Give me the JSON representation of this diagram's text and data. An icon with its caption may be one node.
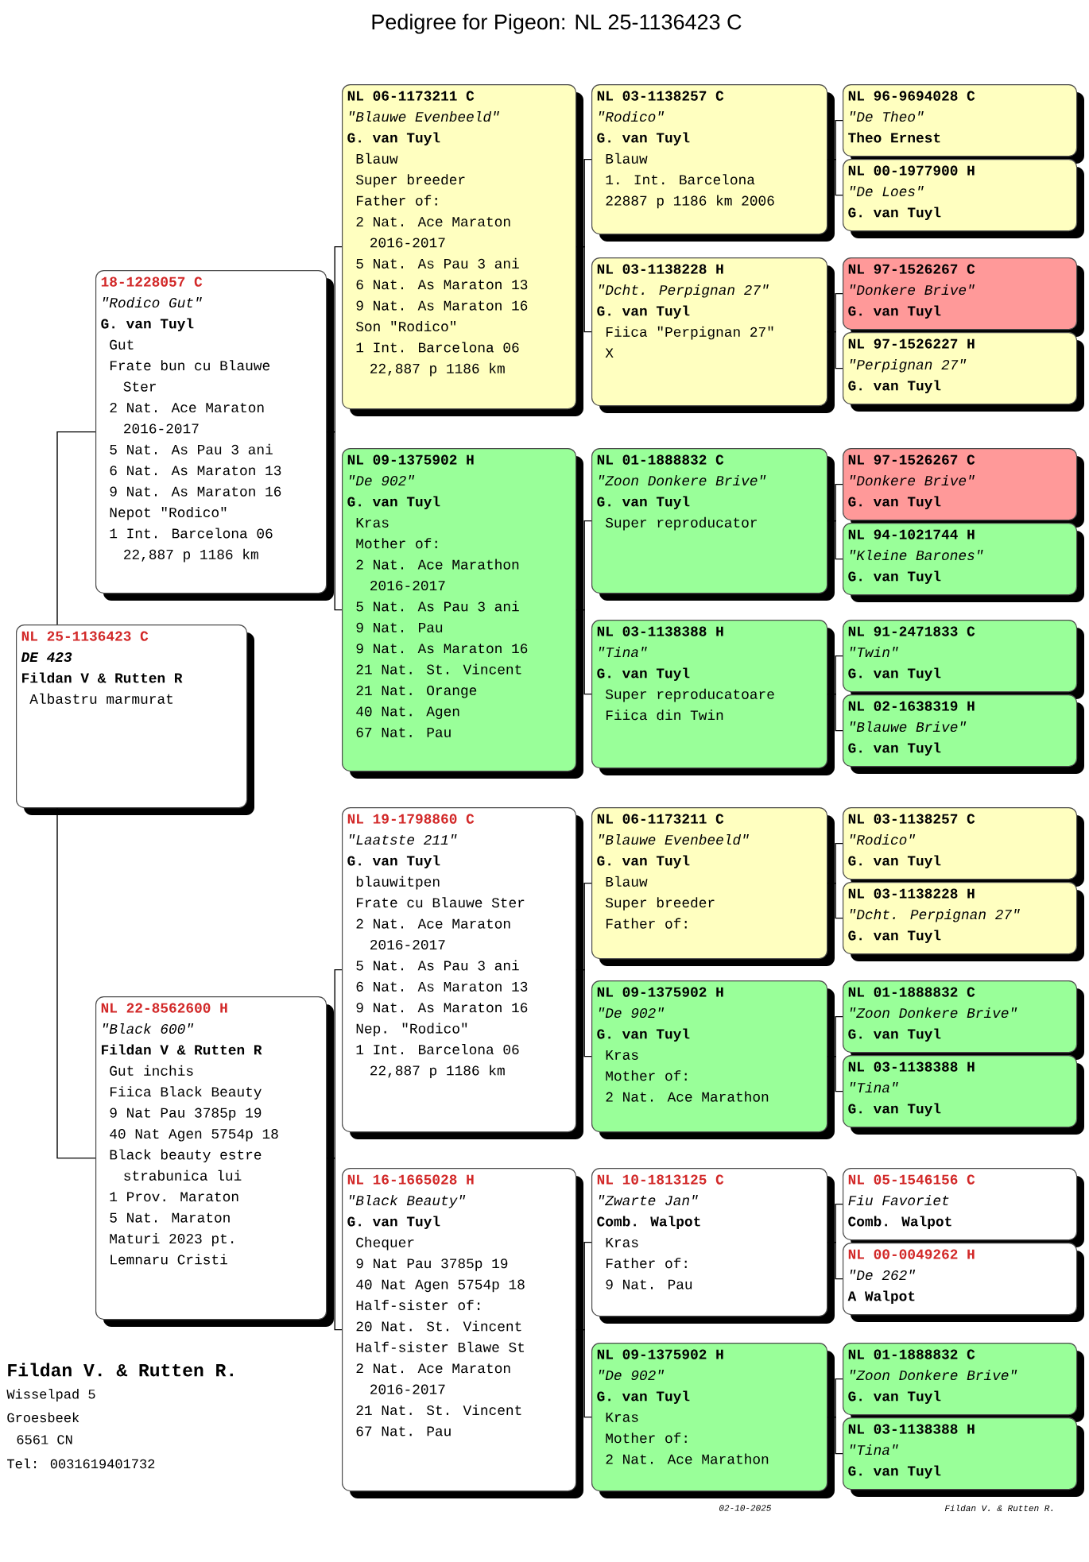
{
  "diagram": {
    "title": "Pedigree for Pigeon: NL 25-1136423 C",
    "nodes": [
      {
        "text": [
          "NL 25-1136423 C",
          "DE 423",
          "Fildan V & Rutten R",
          "Albastru marmurat"
        ]
      },
      {
        "text": [
          "18-1228057 C",
          "\"Rodico Gut\"",
          "G. van Tuyl",
          "Gut",
          "Frate bun cu Blauwe Ster",
          "2 Nat. Ace Maraton 2016-2017",
          "5 Nat. As Pau 3 ani",
          "6 Nat. As Maraton 13",
          "9 Nat. As Maraton 16",
          "Nepot \"Rodico\"",
          "1 Int. Barcelona 06 22,887 p 1186 km"
        ]
      },
      {
        "text": [
          "NL 22-8562600 H",
          "\"Black 600\"",
          "Fildan V & Rutten R",
          "Gut inchis",
          "Fiica Black Beauty",
          "9 Nat Pau 3785p 19",
          "40 Nat Agen 5754p 18",
          "Black beauty estre strabunica lui",
          "1 Prov. Maraton",
          "5 Nat. Maraton",
          "Maturi 2023 pt.",
          "Lemnaru Cristi"
        ]
      },
      {
        "text": [
          "NL 06-1173211 C",
          "\"Blauwe Evenbeeld\"",
          "G. van Tuyl",
          "Blauw",
          "Super breeder",
          "Father of:",
          "2 Nat. Ace Maraton 2016-2017",
          "5 Nat. As Pau 3 ani",
          "6 Nat. As Maraton 13",
          "9 Nat. As Maraton 16",
          "Son \"Rodico\"",
          "1 Int. Barcelona 06 22,887 p 1186 km"
        ]
      },
      {
        "text": [
          "NL 09-1375902 H",
          "\"De 902\"",
          "G. van Tuyl",
          "Kras",
          "Mother of:",
          "2 Nat. Ace Marathon 2016-2017",
          "5 Nat. As Pau 3 ani",
          "9 Nat. Pau",
          "9 Nat. As Maraton 16",
          "21 Nat. St. Vincent",
          "21 Nat. Orange",
          "40 Nat. Agen",
          "67 Nat. Pau"
        ]
      },
      {
        "text": [
          "NL 19-1798860 C",
          "\"Laatste 211\"",
          "G. van Tuyl",
          "blauwitpen",
          "Frate cu Blauwe Ster",
          "2 Nat. Ace Maraton 2016-2017",
          "5 Nat. As Pau 3 ani",
          "6 Nat. As Maraton 13",
          "9 Nat. As Maraton 16",
          "Nep. \"Rodico\"",
          "1 Int. Barcelona 06 22,887 p 1186 km"
        ]
      },
      {
        "text": [
          "NL 16-1665028 H",
          "\"Black Beauty\"",
          "G. van Tuyl",
          "Chequer",
          "9 Nat Pau 3785p 19",
          "40 Nat Agen 5754p 18",
          "Half-sister of:",
          "20 Nat. St. Vincent",
          "Half-sister Blawe St",
          "2 Nat. Ace Maraton 2016-2017",
          "21 Nat. St. Vincent",
          "67 Nat. Pau"
        ]
      },
      {
        "text": [
          "NL 03-1138257 C",
          "\"Rodico\"",
          "G. van Tuyl",
          "Blauw",
          "1. Int. Barcelona",
          "22887 p 1186 km 2006"
        ]
      },
      {
        "text": [
          "NL 03-1138228 H",
          "\"Dcht. Perpignan 27\"",
          "G. van Tuyl",
          "Fiica \"Perpignan 27\"",
          "X"
        ]
      },
      {
        "text": [
          "NL 01-1888832 C",
          "\"Zoon Donkere Brive\"",
          "G. van Tuyl",
          "Super reproducator"
        ]
      },
      {
        "text": [
          "NL 03-1138388 H",
          "\"Tina\"",
          "G. van Tuyl",
          "Super reproducatoare",
          "Fiica din Twin"
        ]
      },
      {
        "text": [
          "NL 06-1173211 C",
          "\"Blauwe Evenbeeld\"",
          "G. van Tuyl",
          "Blauw",
          "Super breeder",
          "Father of:"
        ]
      },
      {
        "text": [
          "NL 09-1375902 H",
          "\"De 902\"",
          "G. van Tuyl",
          "Kras",
          "Mother of:",
          "2 Nat. Ace Marathon"
        ]
      },
      {
        "text": [
          "NL 10-1813125 C",
          "\"Zwarte Jan\"",
          "Comb. Walpot",
          "Kras",
          "Father of:",
          "9 Nat. Pau"
        ]
      },
      {
        "text": [
          "NL 09-1375902 H",
          "\"De 902\"",
          "G. van Tuyl",
          "Kras",
          "Mother of:",
          "2 Nat. Ace Marathon"
        ]
      },
      {
        "text": [
          "NL 96-9694028 C",
          "\"De Theo\"",
          "Theo Ernest"
        ]
      },
      {
        "text": [
          "NL 00-1977900 H",
          "\"De Loes\"",
          "G. van Tuyl"
        ]
      },
      {
        "text": [
          "NL 97-1526267 C",
          "\"Donkere Brive\"",
          "G. van Tuyl"
        ]
      },
      {
        "text": [
          "NL 97-1526227 H",
          "\"Perpignan 27\"",
          "G. van Tuyl"
        ]
      },
      {
        "text": [
          "NL 97-1526267 C",
          "\"Donkere Brive\"",
          "G. van Tuyl"
        ]
      },
      {
        "text": [
          "NL 94-1021744 H",
          "\"Kleine Barones\"",
          "G. van Tuyl"
        ]
      },
      {
        "text": [
          "NL 91-2471833 C",
          "\"Twin\"",
          "G. van Tuyl"
        ]
      },
      {
        "text": [
          "NL 02-1638319 H",
          "\"Blauwe Brive\"",
          "G. van Tuyl"
        ]
      },
      {
        "text": [
          "NL 03-1138257 C",
          "\"Rodico\"",
          "G. van Tuyl"
        ]
      },
      {
        "text": [
          "NL 03-1138228 H",
          "\"Dcht. Perpignan 27\"",
          "G. van Tuyl"
        ]
      },
      {
        "text": [
          "NL 01-1888832 C",
          "\"Zoon Donkere Brive\"",
          "G. van Tuyl"
        ]
      },
      {
        "text": [
          "NL 03-1138388 H",
          "\"Tina\"",
          "G. van Tuyl"
        ]
      },
      {
        "text": [
          "NL 05-1546156 C",
          "Fiu Favoriet",
          "Comb. Walpot"
        ]
      },
      {
        "text": [
          "NL 00-0049262 H",
          "\"De 262\"",
          "A Walpot"
        ]
      },
      {
        "text": [
          "NL 01-1888832 C",
          "\"Zoon Donkere Brive\"",
          "G. van Tuyl"
        ]
      },
      {
        "text": [
          "NL 03-1138388 H",
          "\"Tina\"",
          "G. van Tuyl"
        ]
      }
    ],
    "edges": [
      {
        "from": 0,
        "to": 1,
        "arrow": "none"
      },
      {
        "from": 0,
        "to": 2,
        "arrow": "none"
      },
      {
        "from": 1,
        "to": 3,
        "arrow": "none"
      },
      {
        "from": 1,
        "to": 4,
        "arrow": "none"
      },
      {
        "from": 2,
        "to": 5,
        "arrow": "none"
      },
      {
        "from": 2,
        "to": 6,
        "arrow": "none"
      },
      {
        "from": 3,
        "to": 7,
        "arrow": "none"
      },
      {
        "from": 3,
        "to": 8,
        "arrow": "none"
      },
      {
        "from": 4,
        "to": 9,
        "arrow": "none"
      },
      {
        "from": 4,
        "to": 10,
        "arrow": "none"
      },
      {
        "from": 5,
        "to": 11,
        "arrow": "none"
      },
      {
        "from": 5,
        "to": 12,
        "arrow": "none"
      },
      {
        "from": 6,
        "to": 13,
        "arrow": "none"
      },
      {
        "from": 6,
        "to": 14,
        "arrow": "none"
      },
      {
        "from": 7,
        "to": 15,
        "arrow": "none"
      },
      {
        "from": 7,
        "to": 16,
        "arrow": "none"
      },
      {
        "from": 8,
        "to": 17,
        "arrow": "none"
      },
      {
        "from": 8,
        "to": 18,
        "arrow": "none"
      },
      {
        "from": 9,
        "to": 19,
        "arrow": "none"
      },
      {
        "from": 9,
        "to": 20,
        "arrow": "none"
      },
      {
        "from": 10,
        "to": 21,
        "arrow": "none"
      },
      {
        "from": 10,
        "to": 22,
        "arrow": "none"
      },
      {
        "from": 11,
        "to": 23,
        "arrow": "none"
      },
      {
        "from": 11,
        "to": 24,
        "arrow": "none"
      },
      {
        "from": 12,
        "to": 25,
        "arrow": "none"
      },
      {
        "from": 12,
        "to": 26,
        "arrow": "none"
      },
      {
        "from": 13,
        "to": 27,
        "arrow": "none"
      },
      {
        "from": 13,
        "to": 28,
        "arrow": "none"
      },
      {
        "from": 14,
        "to": 29,
        "arrow": "none"
      },
      {
        "from": 14,
        "to": 30,
        "arrow": "none"
      }
    ],
    "labels": [
      "Fildan V. & Rutten R.",
      "Wisselpad 5",
      "Groesbeek",
      "6561 CN",
      "Tel: 0031619401732",
      "02-10-2025",
      "Fildan V. & Rutten R."
    ]
  }
}
